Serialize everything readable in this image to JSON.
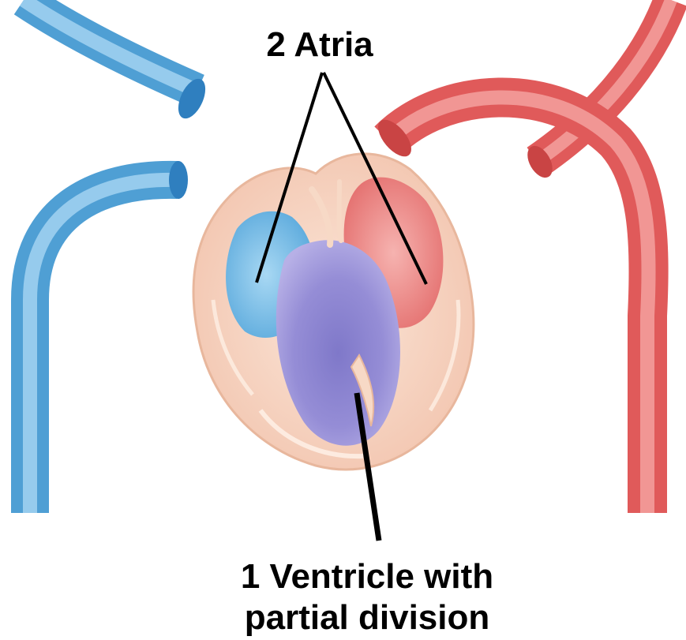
{
  "diagram": {
    "labels": {
      "atria": "2 Atria",
      "ventricle_line1": "1 Ventricle with",
      "ventricle_line2": "partial division"
    },
    "colors": {
      "deoxygenated_blood": "#6db3df",
      "oxygenated_blood": "#e8706f",
      "mixed_ventricle": "#8a82cf",
      "heart_wall": "#f7d9c6",
      "leader_line": "#000000"
    }
  }
}
